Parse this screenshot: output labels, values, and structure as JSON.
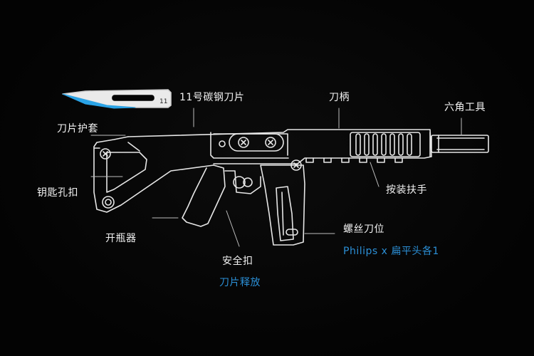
{
  "labels": {
    "blade_11": "11号碳钢刀片",
    "blade_cover": "刀片护套",
    "handle": "刀柄",
    "hex_tool": "六角工具",
    "keyring_hole": "钥匙孔扣",
    "rail": "按装扶手",
    "bottle_opener": "开瓶器",
    "screwdriver_slot": "螺丝刀位",
    "screwdriver_bits": "Philips x 扁平头各1",
    "safety_buckle": "安全扣",
    "blade_release": "刀片释放"
  },
  "blade_marking": "11",
  "colors": {
    "background": "#050505",
    "line": "#e6e6e6",
    "label": "#f2f2f2",
    "accent": "#2b8fd6",
    "blade_edge": "#2aa3e6"
  }
}
